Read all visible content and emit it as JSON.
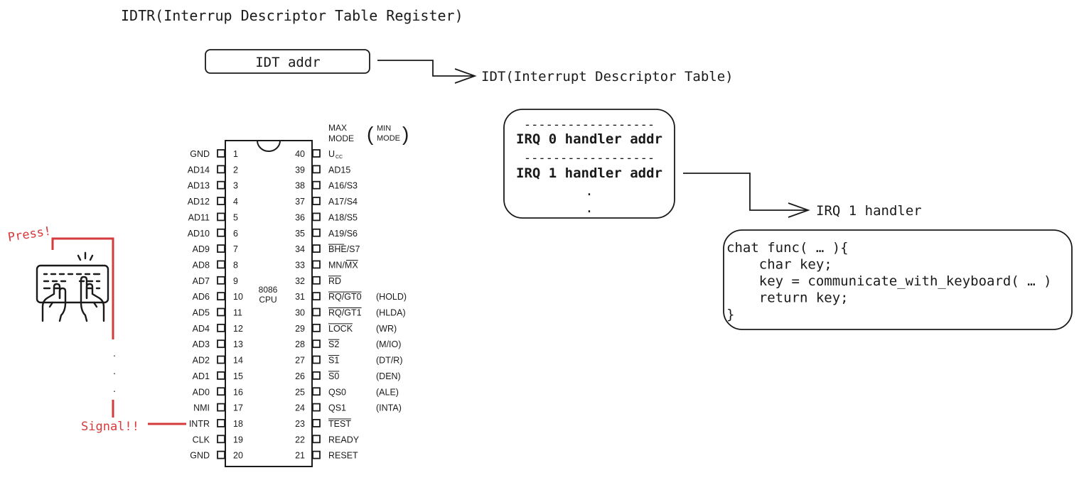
{
  "idtr": {
    "title": "IDTR(Interrup Descriptor Table Register)",
    "box_label": "IDT addr"
  },
  "idt": {
    "title": "IDT(Interrupt Descriptor Table)",
    "divider": "------------------",
    "entry0": "IRQ 0 handler addr",
    "entry1": "IRQ 1 handler addr",
    "dots": "."
  },
  "handler": {
    "title": "IRQ 1 handler",
    "code": [
      "chat func( … ){",
      "    char key;",
      "    key = communicate_with_keyboard( … )",
      "    return key;",
      "}"
    ]
  },
  "keyboard": {
    "press_label": "Press!",
    "signal_label": "Signal!!",
    "dots": ".",
    "icon": "keyboard-hands-icon",
    "accent_color": "#d63a3a"
  },
  "cpu": {
    "name_line1": "8086",
    "name_line2": "CPU",
    "max_mode_line1": "MAX",
    "max_mode_line2": "MODE",
    "min_mode_line1": "MIN",
    "min_mode_line2": "MODE",
    "left_pins": [
      {
        "num": "1",
        "label": "GND"
      },
      {
        "num": "2",
        "label": "AD14"
      },
      {
        "num": "3",
        "label": "AD13"
      },
      {
        "num": "4",
        "label": "AD12"
      },
      {
        "num": "5",
        "label": "AD11"
      },
      {
        "num": "6",
        "label": "AD10"
      },
      {
        "num": "7",
        "label": "AD9"
      },
      {
        "num": "8",
        "label": "AD8"
      },
      {
        "num": "9",
        "label": "AD7"
      },
      {
        "num": "10",
        "label": "AD6"
      },
      {
        "num": "11",
        "label": "AD5"
      },
      {
        "num": "12",
        "label": "AD4"
      },
      {
        "num": "13",
        "label": "AD3"
      },
      {
        "num": "14",
        "label": "AD2"
      },
      {
        "num": "15",
        "label": "AD1"
      },
      {
        "num": "16",
        "label": "AD0"
      },
      {
        "num": "17",
        "label": "NMI"
      },
      {
        "num": "18",
        "label": "INTR"
      },
      {
        "num": "19",
        "label": "CLK"
      },
      {
        "num": "20",
        "label": "GND"
      }
    ],
    "right_pins": [
      {
        "num": "40",
        "label": "U",
        "sub": "CC",
        "over": false,
        "min": ""
      },
      {
        "num": "39",
        "label": "AD15",
        "over": false,
        "min": ""
      },
      {
        "num": "38",
        "label": "A16/S3",
        "over": false,
        "min": ""
      },
      {
        "num": "37",
        "label": "A17/S4",
        "over": false,
        "min": ""
      },
      {
        "num": "36",
        "label": "A18/S5",
        "over": false,
        "min": ""
      },
      {
        "num": "35",
        "label": "A19/S6",
        "over": false,
        "min": ""
      },
      {
        "num": "34",
        "label": "BHE/S7",
        "over": true,
        "min": ""
      },
      {
        "num": "33",
        "label": "MN/MX",
        "over": true,
        "min": ""
      },
      {
        "num": "32",
        "label": "RD",
        "over": true,
        "min": ""
      },
      {
        "num": "31",
        "label": "RQ/GT0",
        "over": true,
        "min": "(HOLD)"
      },
      {
        "num": "30",
        "label": "RQ/GT1",
        "over": true,
        "min": "(HLDA)"
      },
      {
        "num": "29",
        "label": "LOCK",
        "over": true,
        "min": "(WR)"
      },
      {
        "num": "28",
        "label": "S2",
        "over": true,
        "min": "(M/IO)"
      },
      {
        "num": "27",
        "label": "S1",
        "over": true,
        "min": "(DT/R)"
      },
      {
        "num": "26",
        "label": "S0",
        "over": true,
        "min": "(DEN)"
      },
      {
        "num": "25",
        "label": "QS0",
        "over": false,
        "min": "(ALE)"
      },
      {
        "num": "24",
        "label": "QS1",
        "over": false,
        "min": "(INTA)"
      },
      {
        "num": "23",
        "label": "TEST",
        "over": true,
        "min": ""
      },
      {
        "num": "22",
        "label": "READY",
        "over": false,
        "min": ""
      },
      {
        "num": "21",
        "label": "RESET",
        "over": false,
        "min": ""
      }
    ]
  }
}
